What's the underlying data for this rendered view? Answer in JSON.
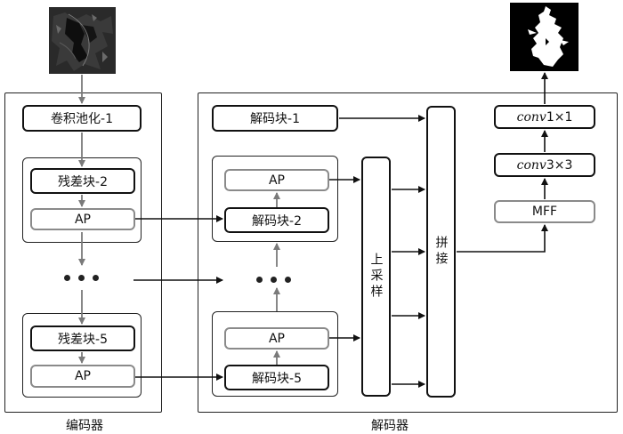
{
  "encoder": {
    "label": "编码器",
    "conv": "卷积池化-1",
    "res2": "残差块-2",
    "ap2": "AP",
    "res5": "残差块-5",
    "ap5": "AP"
  },
  "decoder": {
    "label": "解码器",
    "dec1": "解码块-1",
    "ap2": "AP",
    "dec2": "解码块-2",
    "ap5": "AP",
    "dec5": "解码块-5",
    "upsample": "上采样",
    "concat": "拼接",
    "mff": "MFF",
    "conv3_italic": "conv",
    "conv3_suffix": "3×3",
    "conv1_italic": "conv",
    "conv1_suffix": "1×1"
  },
  "colors": {
    "line": "#111111",
    "gray_border": "#8a8a8a"
  }
}
